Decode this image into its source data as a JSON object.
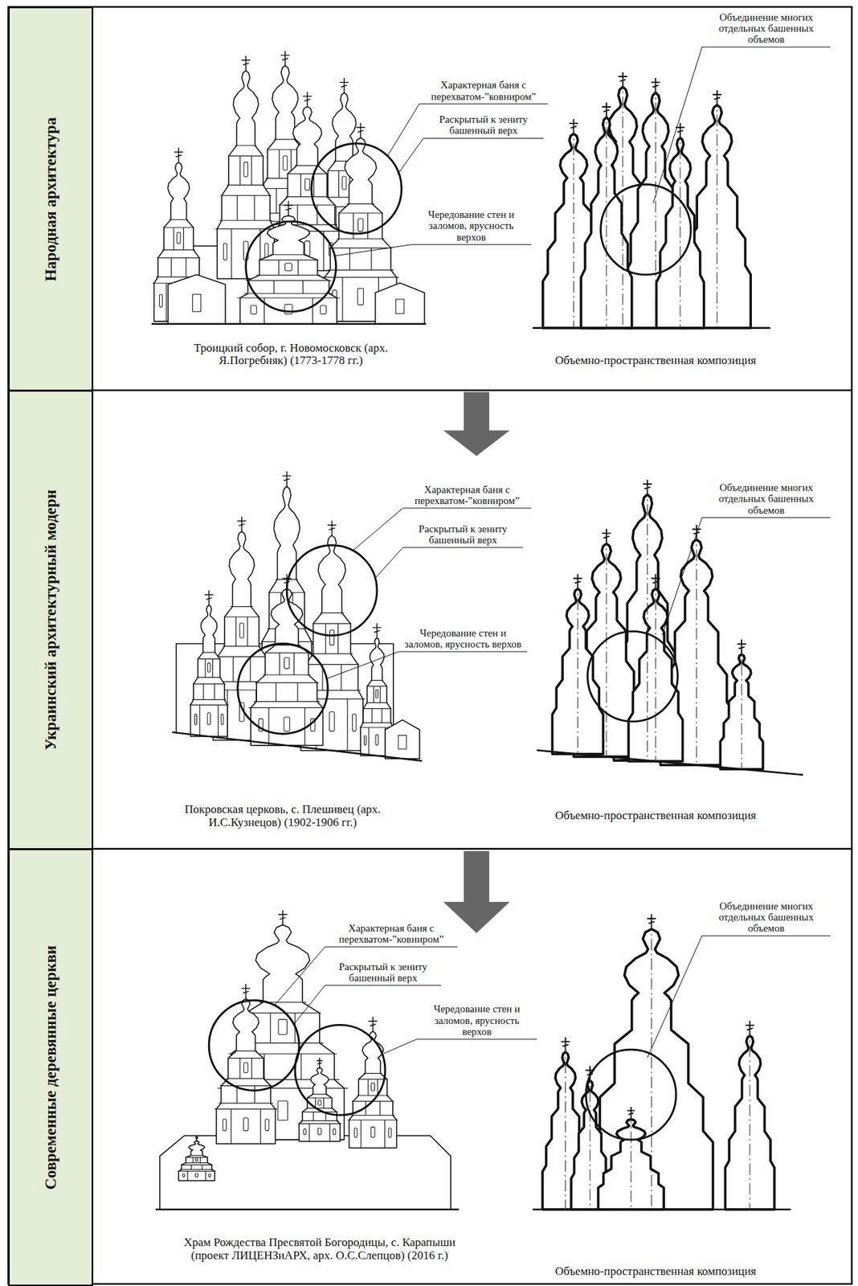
{
  "diagram": {
    "nodes": [
      {
        "text": [
          "Народная архитектура"
        ]
      },
      {
        "text": [
          "Украинский архитектурный модерн"
        ]
      },
      {
        "text": [
          "Современные деревянные церкви"
        ]
      }
    ],
    "labels": [
      "Характерная баня с перехватом-”ковниром”",
      "Раскрытый к зениту башенный верх",
      "Чередование стен и заломов, ярусность верхов",
      "Объединение многих отдельных башенных объемов",
      "Троицкий собор, г. Новомосковск (арх. Я.Погребняк) (1773-1778 гг.)",
      "Объемно-пространственная композиция",
      "Характерная баня с перехватом-”ковниром”",
      "Раскрытый к зениту башенный верх",
      "Чередование стен и заломов, ярусность верхов",
      "Объединение многих отдельных башенных объемов",
      "Покровская церковь, с. Плешивец (арх. И.С.Кузнецов) (1902-1906 гг.)",
      "Объемно-пространственная композиция",
      "Характерная баня с перехватом-”ковниром”",
      "Раскрытый к зениту башенный верх",
      "Чередование стен и заломов, ярусность верхов",
      "Объединение многих отдельных башенных объемов",
      "Храм Рождества Пресвятой Богородицы, с. Карапыши (проект ЛИЦЕНЗиАРХ, арх. О.С.Слепцов) (2016 г.)",
      "Объемно-пространственная композиция"
    ]
  }
}
